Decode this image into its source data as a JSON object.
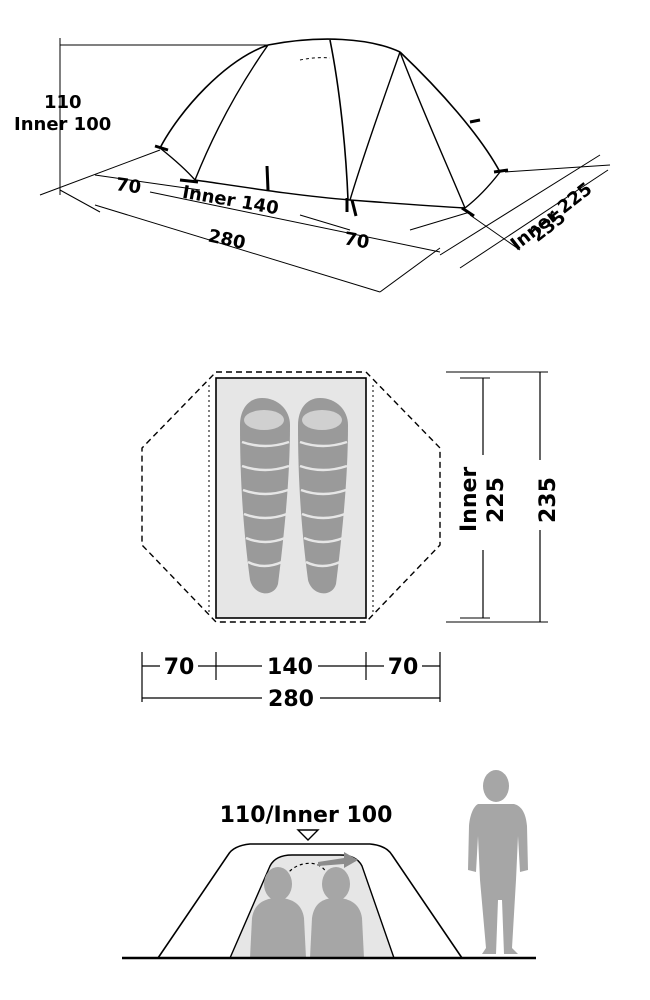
{
  "colors": {
    "line": "#000000",
    "inner_fill": "#e6e6e6",
    "bag_fill": "#9a9a9a",
    "person_fill": "#a6a6a6",
    "accent": "#b5b5b5"
  },
  "perspective_view": {
    "height_label": "110",
    "inner_height_label": "Inner 100",
    "left_vestibule_label": "70",
    "inner_width_label": "Inner 140",
    "right_vestibule_label": "70",
    "total_width_label": "280",
    "inner_depth_label": "Inner 225",
    "total_depth_label": "235"
  },
  "floor_plan": {
    "inner_label": "Inner",
    "inner_length_label": "225",
    "total_length_label": "235",
    "left_vestibule_label": "70",
    "inner_width_label": "140",
    "right_vestibule_label": "70",
    "total_width_label": "280"
  },
  "side_view": {
    "height_label": "110/Inner 100"
  }
}
